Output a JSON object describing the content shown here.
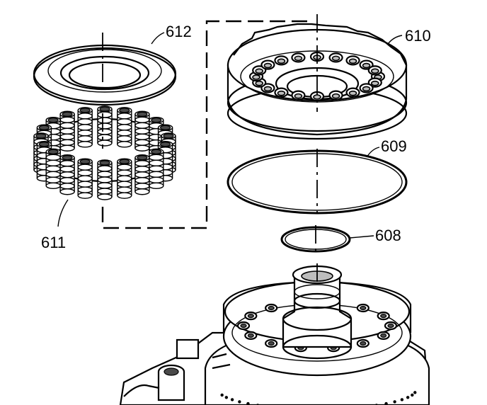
{
  "parts": {
    "piston": {
      "id": "612"
    },
    "springs": {
      "id": "611"
    },
    "housing": {
      "id": "610"
    },
    "outer_seal": {
      "id": "609"
    },
    "inner_seal": {
      "id": "608"
    }
  }
}
